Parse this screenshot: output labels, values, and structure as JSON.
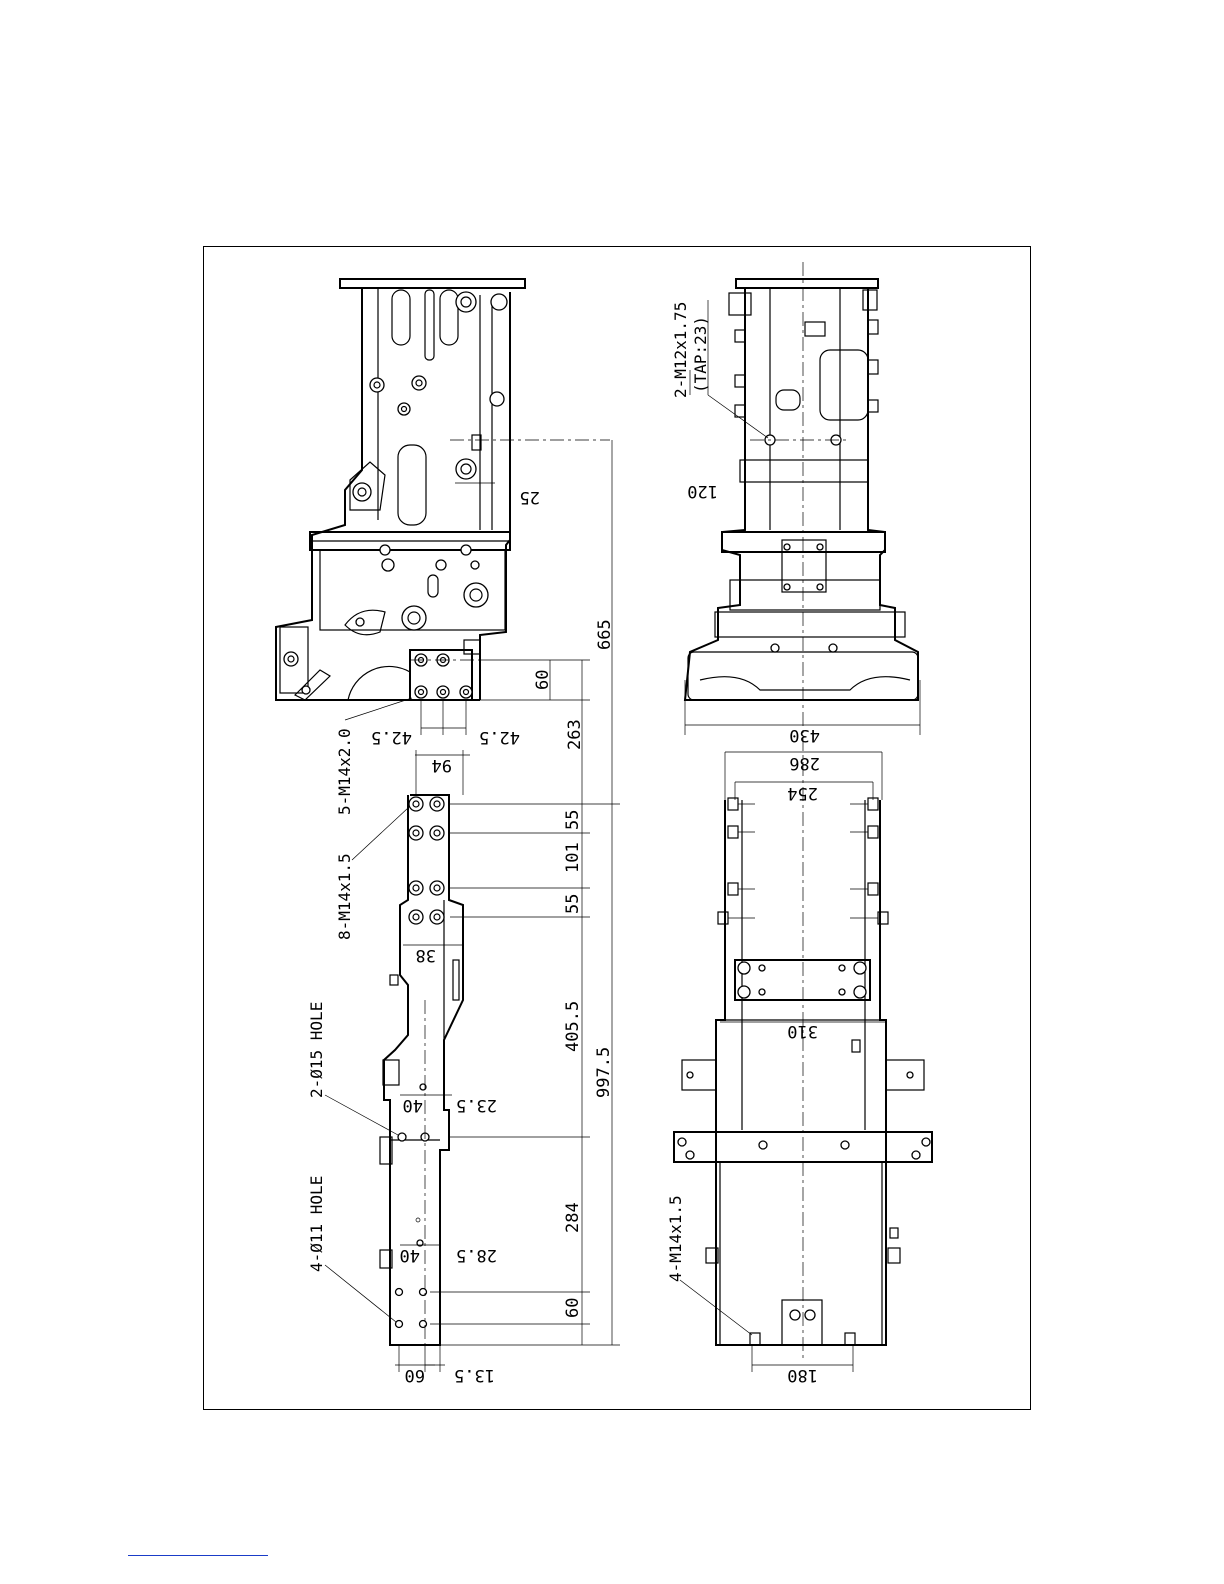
{
  "drawing": {
    "notes": {
      "tap_holes_top": "2-M12x1.75",
      "tap_depth": "(TAP:23)",
      "bolt_5": "5-M14x2.0",
      "bolt_8": "8-M14x1.5",
      "hole_15": "2-Ø15 HOLE",
      "hole_11": "4-Ø11 HOLE",
      "bolt_4": "4-M14x1.5"
    },
    "dims": {
      "d25": "25",
      "d665": "665",
      "d60a": "60",
      "d263": "263",
      "d42a": "42.5",
      "d42b": "42.5",
      "d94": "94",
      "d55a": "55",
      "d101": "101",
      "d55b": "55",
      "d38": "38",
      "d405": "405.5",
      "d997": "997.5",
      "d40a": "40",
      "d23": "23.5",
      "d284": "284",
      "d40b": "40",
      "d28": "28.5",
      "d60b": "60",
      "d60c": "60",
      "d13": "13.5",
      "d120": "120",
      "d430": "430",
      "d286": "286",
      "d254": "254",
      "d310": "310",
      "d180": "180"
    }
  }
}
